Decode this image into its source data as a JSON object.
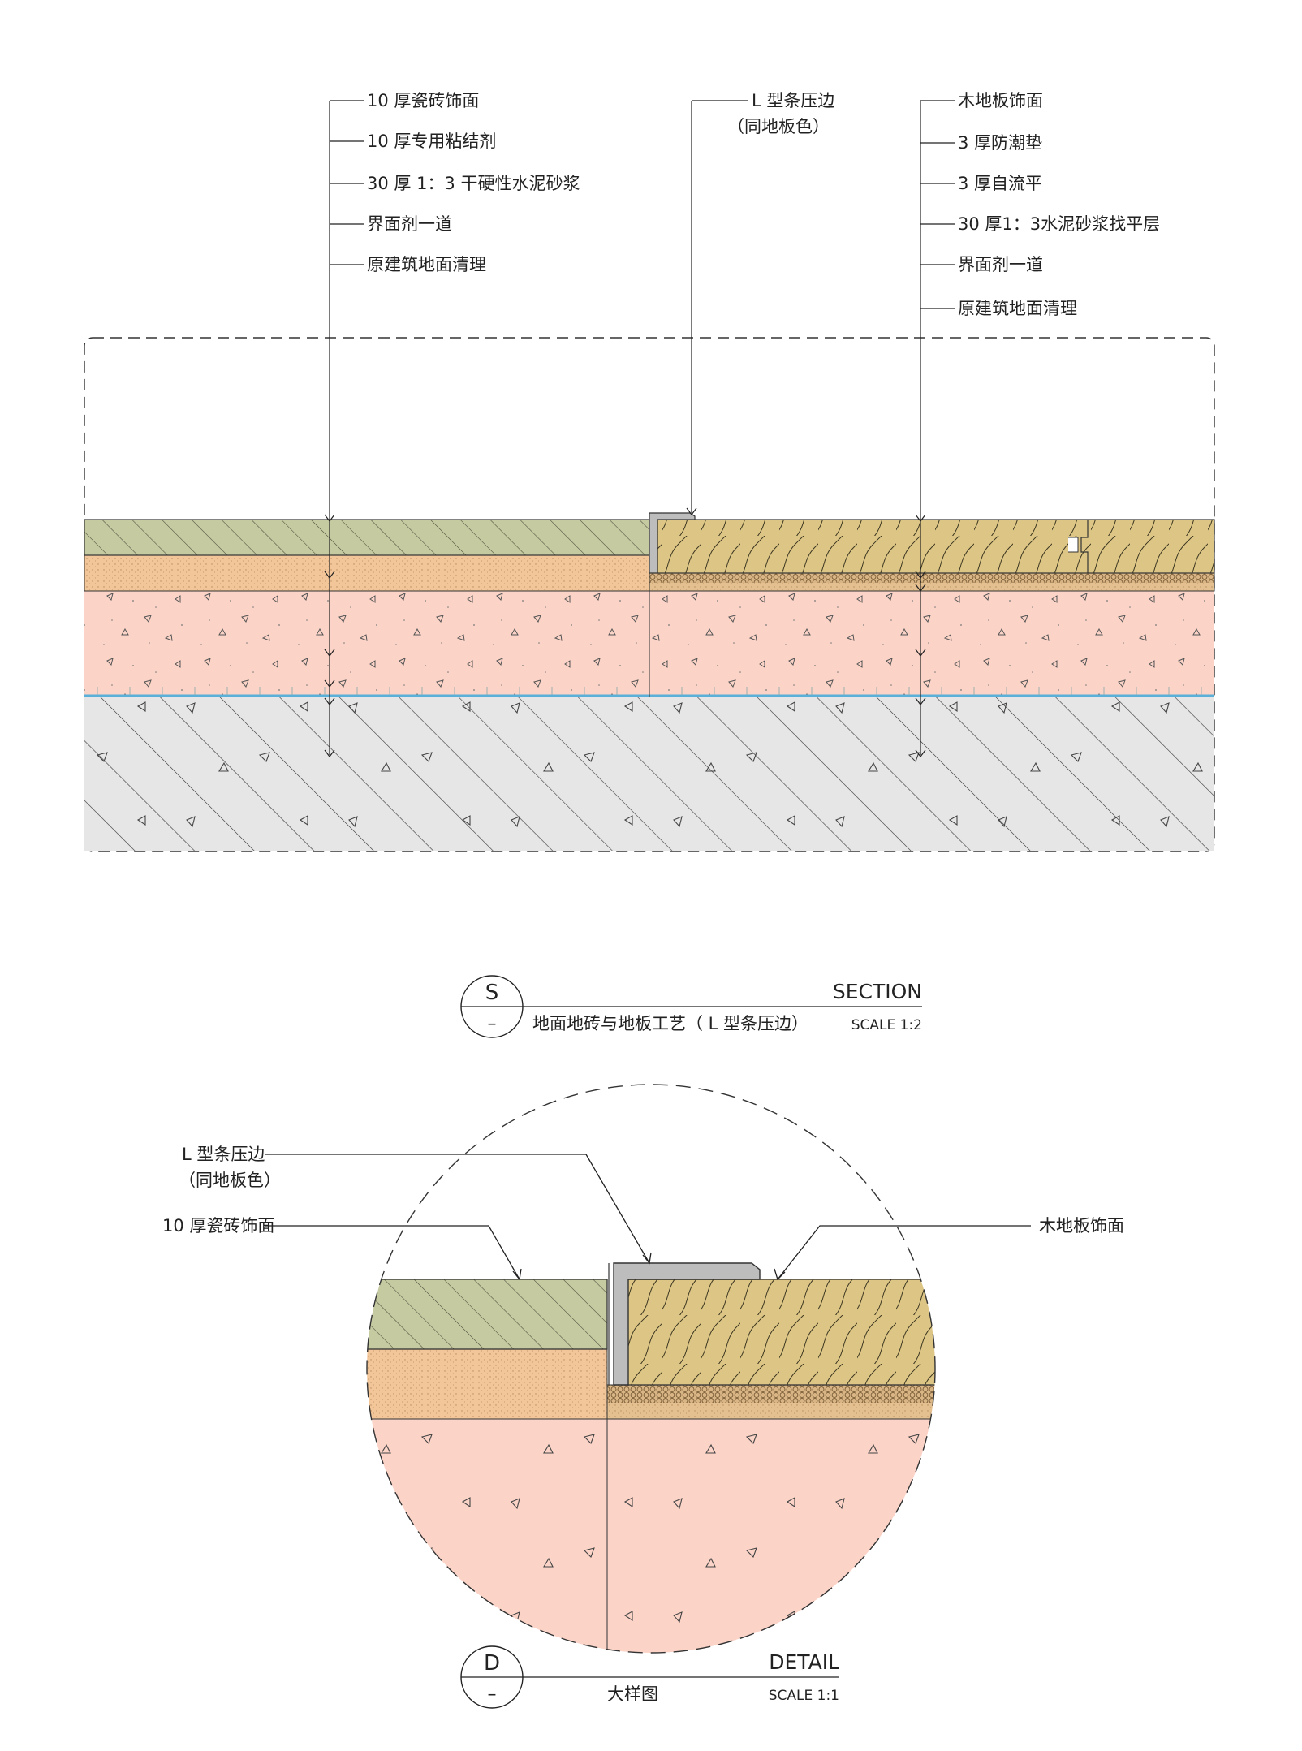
{
  "section": {
    "left_callouts": [
      "10 厚瓷砖饰面",
      "10 厚专用粘结剂",
      "30 厚 1：3 干硬性水泥砂浆",
      "界面剂一道",
      "原建筑地面清理"
    ],
    "mid_callout": [
      "L 型条压边",
      "（同地板色）"
    ],
    "right_callouts": [
      "木地板饰面",
      "3 厚防潮垫",
      "3 厚自流平",
      "30 厚1：3水泥砂浆找平层",
      "界面剂一道",
      "原建筑地面清理"
    ],
    "tag": {
      "letter": "S",
      "sub": "–",
      "type": "SECTION",
      "title": "地面地砖与地板工艺（ L 型条压边）",
      "scale": "SCALE 1:2"
    }
  },
  "detail": {
    "callout_trim": [
      "L 型条压边",
      "（同地板色）"
    ],
    "callout_tile": "10 厚瓷砖饰面",
    "callout_wood": "木地板饰面",
    "tag": {
      "letter": "D",
      "sub": "–",
      "type": "DETAIL",
      "title": "大样图",
      "scale": "SCALE 1:1"
    }
  },
  "colors": {
    "tile": "#c5caa0",
    "adhesive_mortar": "#f3c699",
    "screed": "#fbd3c7",
    "substrate": "#e6e6e6",
    "wood": "#ddc685",
    "damp_pad": "#e4bf8f",
    "interface_line": "#5ab0d8",
    "trim": "#bdbdbd",
    "ink": "#222222"
  }
}
